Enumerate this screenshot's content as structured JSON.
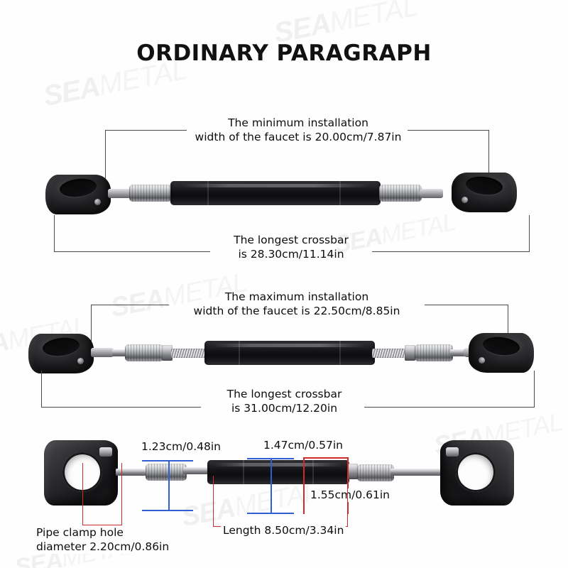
{
  "page": {
    "title": "ORDINARY PARAGRAPH",
    "background_color": "#fefefe"
  },
  "watermark": {
    "brand_bold": "SEA",
    "brand_light": "METAL",
    "color": "#f2f2f2"
  },
  "colors": {
    "bracket_line": "#4a4a4a",
    "measure_blue": "#2f5fd0",
    "measure_red": "#cf2b2b",
    "text": "#0d0d0d"
  },
  "sections": [
    {
      "id": "retracted",
      "name": "minimum-configuration",
      "top_callout": {
        "line1": "The minimum installation",
        "line2": "width of the faucet is 20.00cm/7.87in"
      },
      "bottom_callout": {
        "line1": "The longest crossbar",
        "line2": "is 28.30cm/11.14in"
      }
    },
    {
      "id": "extended",
      "name": "maximum-configuration",
      "top_callout": {
        "line1": "The maximum installation",
        "line2": "width of the faucet is 22.50cm/8.85in"
      },
      "bottom_callout": {
        "line1": "The longest crossbar",
        "line2": "is 31.00cm/12.20in"
      }
    },
    {
      "id": "detail",
      "name": "component-dimensions",
      "labels": {
        "sleeve_diameter": "1.23cm/0.48in",
        "barrel_diameter_mid": "1.47cm/0.57in",
        "barrel_diameter_end": "1.55cm/0.61in",
        "barrel_length": "Length 8.50cm/3.34in",
        "clamp_hole_line1": "Pipe clamp hole",
        "clamp_hole_line2": "diameter 2.20cm/0.86in"
      }
    }
  ]
}
